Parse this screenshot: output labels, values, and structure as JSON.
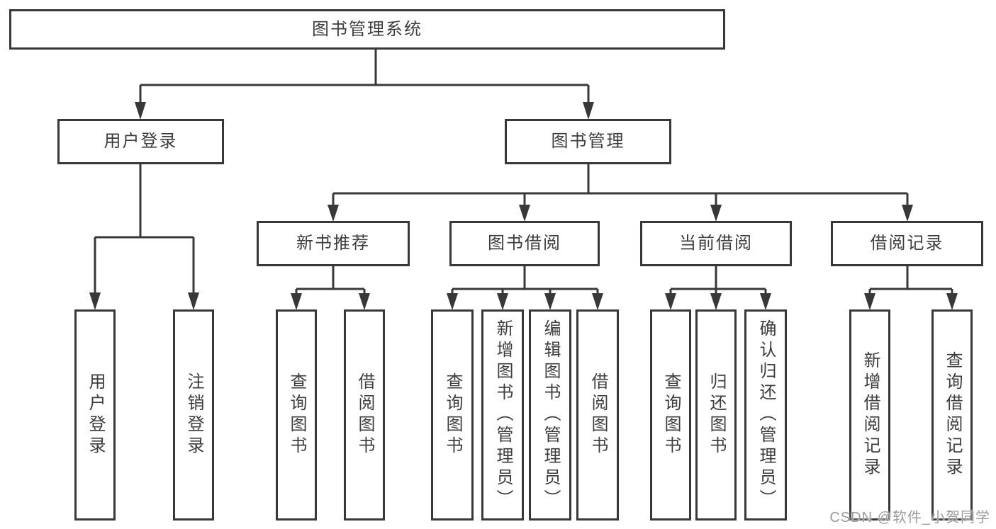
{
  "diagram": {
    "root": "图书管理系统",
    "level2": {
      "user_login": "用户登录",
      "book_mgmt": "图书管理"
    },
    "level3": {
      "new_books": "新书推荐",
      "borrowing": "图书借阅",
      "current": "当前借阅",
      "records": "借阅记录"
    },
    "leaves": {
      "user_login": [
        "用户登录",
        "注销登录"
      ],
      "new_books": [
        "查询图书",
        "借阅图书"
      ],
      "borrowing": [
        "查询图书",
        "新增图书（管理员）",
        "编辑图书（管理员）",
        "借阅图书"
      ],
      "current": [
        "查询图书",
        "归还图书",
        "确认归还（管理员）"
      ],
      "records": [
        "新增借阅记录",
        "查询借阅记录"
      ]
    },
    "watermark": "CSDN @软件_小贺同学",
    "colors": {
      "line": "#383838",
      "text": "#3d3d3d",
      "watermark": "#9c9c9c",
      "background": "#ffffff"
    }
  }
}
